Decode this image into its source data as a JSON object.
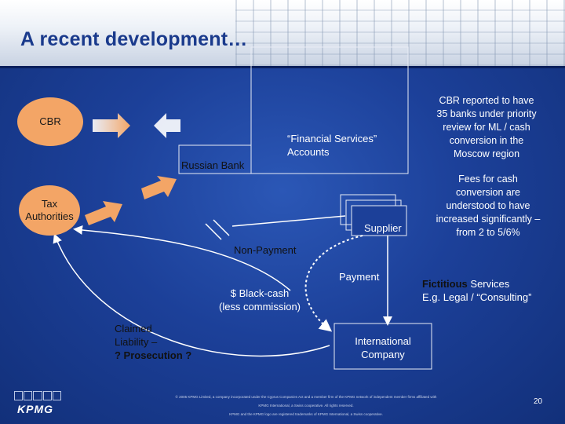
{
  "title": "A recent development…",
  "nodes": {
    "cbr": "CBR",
    "tax_authorities": "Tax\nAuthorities",
    "russian_bank": "Russian Bank",
    "financial_services": "“Financial Services”\nAccounts",
    "supplier": "Supplier",
    "international_company": "International\nCompany"
  },
  "labels": {
    "non_payment": "Non-Payment",
    "payment": "Payment",
    "black_cash": "$ Black-cash\n(less commission)",
    "claimed_liability_line1": "Claimed",
    "claimed_liability_line2": "Liability –",
    "claimed_liability_line3": "? Prosecution ?",
    "fictitious_bold": "Fictitious",
    "fictitious_rest": " Services",
    "fictitious_line2": "E.g. Legal / “Consulting”"
  },
  "notes": {
    "cbr_reported": "CBR reported to have\n35 banks under priority\nreview for ML / cash\nconversion in the\nMoscow region",
    "fees": "Fees for cash\nconversion are\nunderstood to have\nincreased significantly –\nfrom 2 to 5/6%"
  },
  "footer": {
    "line1": "© 2005 KPMG Limited, a company incorporated under the Cyprus Companies Act and a member firm of the KPMG network of independent member firms affiliated with",
    "line2": "KPMG International, a Swiss cooperative. All rights reserved.",
    "line3": "KPMG and the KPMG logo are registered trademarks of KPMG International, a Swiss cooperative.",
    "page_number": "20",
    "logo": "KPMG"
  },
  "colors": {
    "ellipse_fill": "#f3a566",
    "background": "#1c4099",
    "title": "#1a3a8c"
  }
}
